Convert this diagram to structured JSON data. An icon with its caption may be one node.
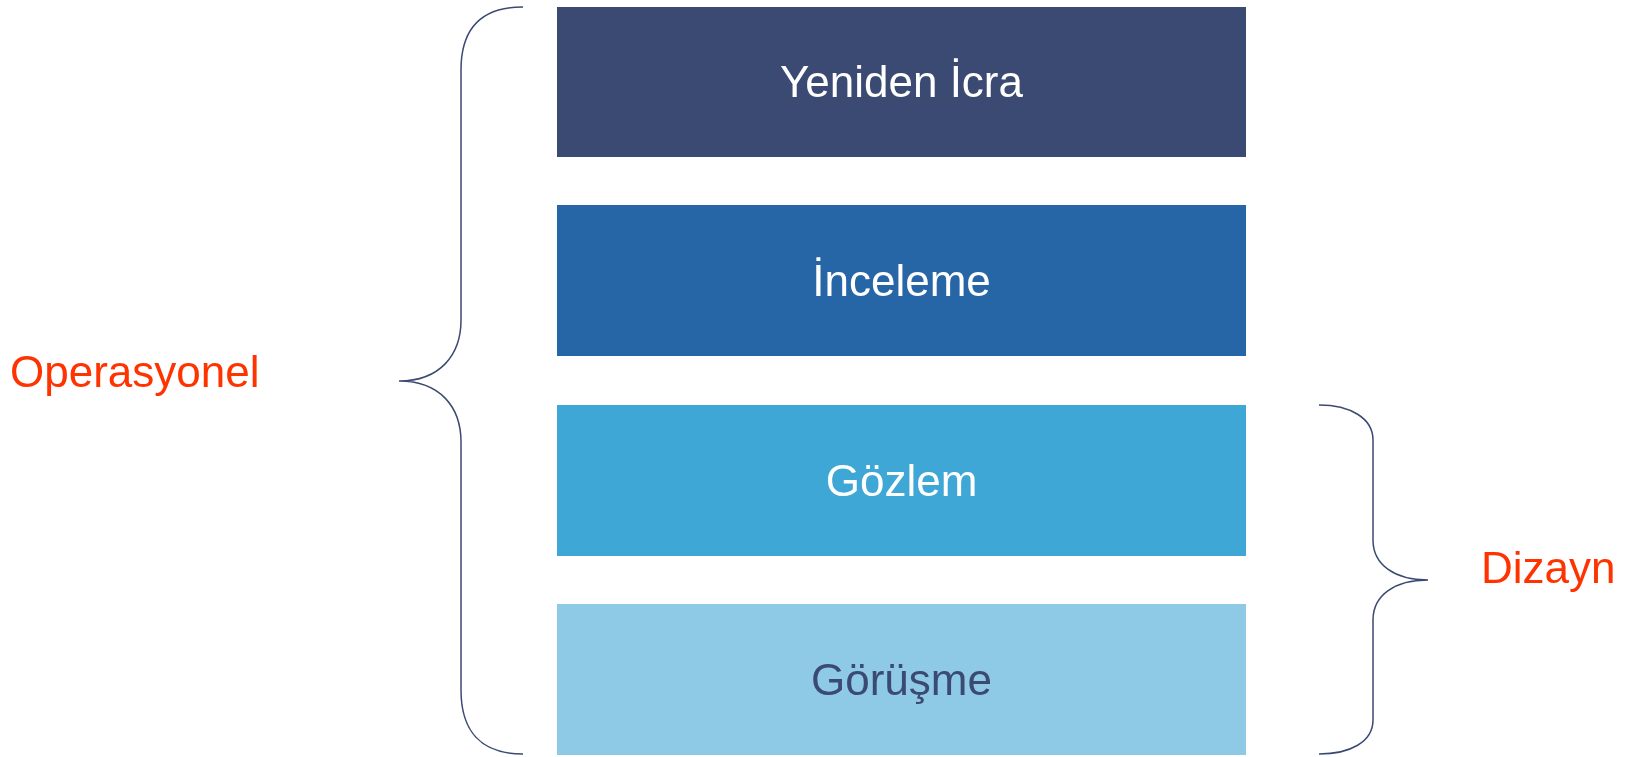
{
  "diagram": {
    "nodes": [
      {
        "text": [
          "Yeniden İcra"
        ]
      },
      {
        "text": [
          "İnceleme"
        ]
      },
      {
        "text": [
          "Gözlem"
        ]
      },
      {
        "text": [
          "Görüşme"
        ]
      }
    ],
    "labels": [
      "Operasyonel",
      "Dizayn"
    ]
  }
}
